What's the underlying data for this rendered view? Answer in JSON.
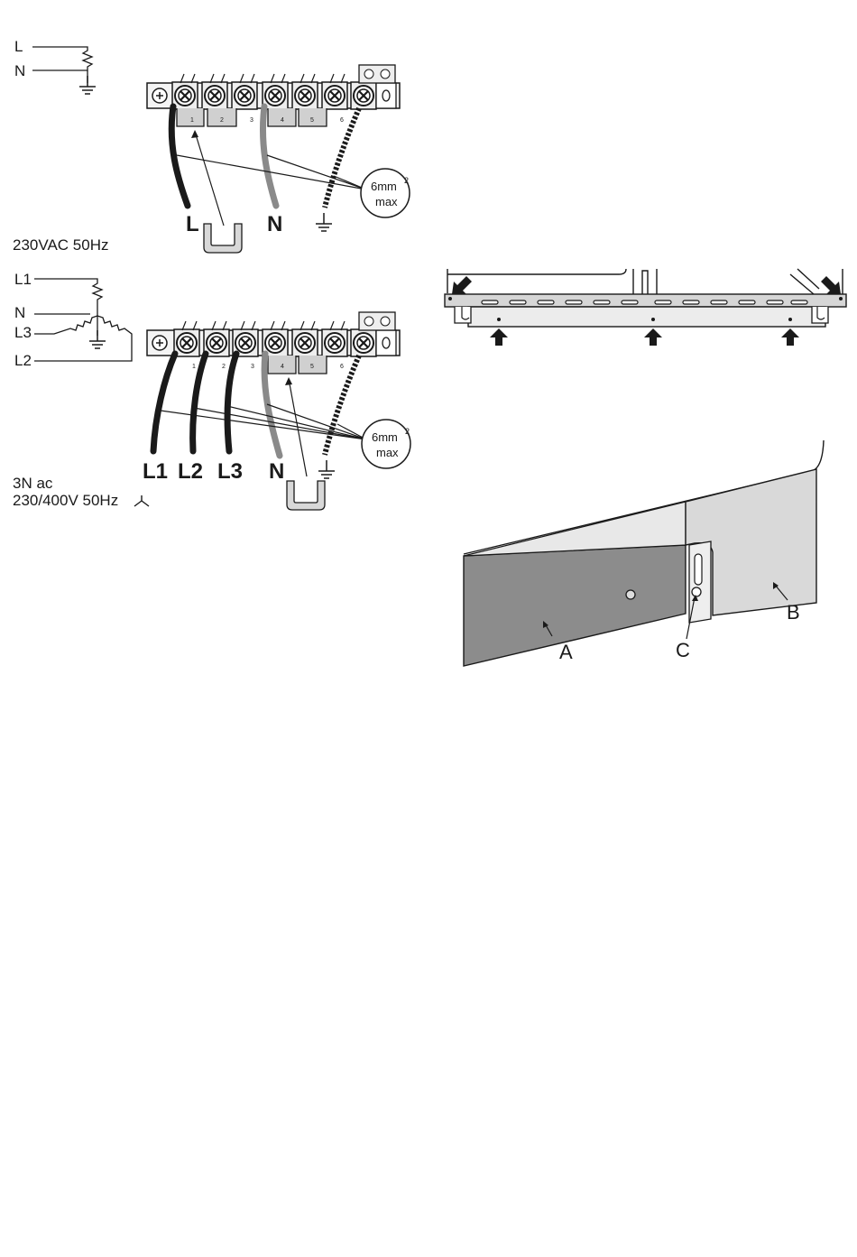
{
  "diagram_single": {
    "legend_L": "L",
    "legend_N": "N",
    "caption": "230VAC 50Hz",
    "wire_L": "L",
    "wire_N": "N",
    "callout_value": "6mm",
    "callout_sup": "2",
    "callout_unit": "max",
    "terminal_numbers": [
      "1",
      "2",
      "3",
      "4",
      "5",
      "6"
    ]
  },
  "diagram_three": {
    "legend_L1": "L1",
    "legend_N": "N",
    "legend_L3": "L3",
    "legend_L2": "L2",
    "caption_line1": "3N ac",
    "caption_line2": "230/400V 50Hz",
    "wire_L1": "L1",
    "wire_L2": "L2",
    "wire_L3": "L3",
    "wire_N": "N",
    "callout_value": "6mm",
    "callout_sup": "2",
    "callout_unit": "max",
    "terminal_numbers": [
      "1",
      "2",
      "3",
      "4",
      "5",
      "6"
    ]
  },
  "panel_detail": {
    "label_A": "A",
    "label_B": "B",
    "label_C": "C"
  },
  "colors": {
    "line": "#1a1a1a",
    "neutral_wire": "#8a8a8a",
    "panel_dark": "#8c8c8c",
    "panel_light": "#d9d9d9",
    "terminal_fill": "#eeeeee"
  }
}
